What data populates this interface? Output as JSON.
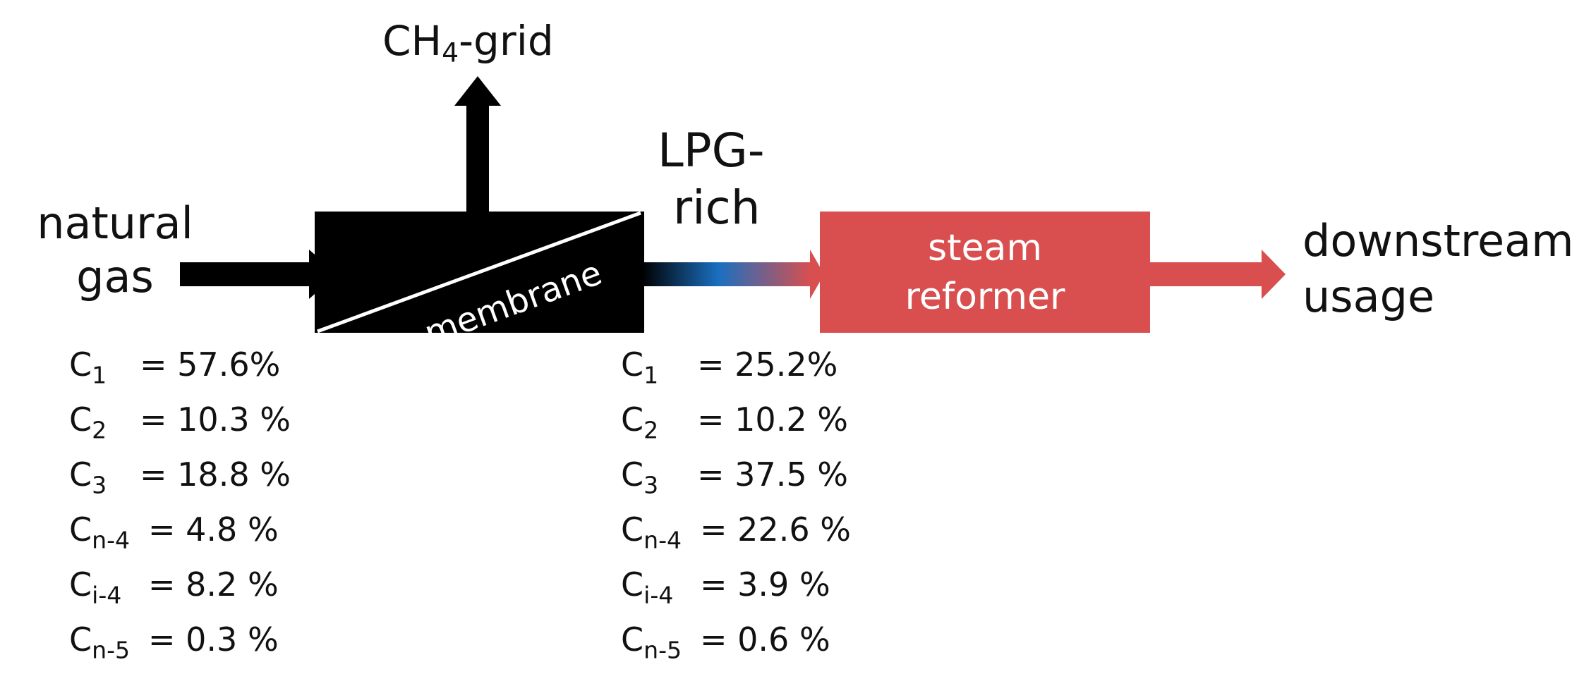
{
  "labels": {
    "ch4_grid": {
      "prefix": "CH",
      "sub": "4",
      "suffix": "-grid"
    },
    "feed_line1": "natural",
    "feed_line2": "gas",
    "membrane": "membrane",
    "lpg_line1": "LPG-",
    "lpg_line2": "rich",
    "reformer_line1": "steam",
    "reformer_line2": "reformer",
    "downstream_line1": "downstream",
    "downstream_line2": "usage"
  },
  "colors": {
    "membrane_block": "#000000",
    "reformer_block": "#d94f4f",
    "arrow_black": "#000000",
    "arrow_red": "#d94f4f",
    "gradient_blue": "#1a6fc0"
  },
  "feed_composition": [
    {
      "base": "C",
      "sub": "1",
      "value": "= 57.6%"
    },
    {
      "base": "C",
      "sub": "2",
      "value": "= 10.3 %"
    },
    {
      "base": "C",
      "sub": "3",
      "value": "= 18.8 %"
    },
    {
      "base": "C",
      "sub": "n-4",
      "value": "= 4.8 %"
    },
    {
      "base": "C",
      "sub": "i-4",
      "value": "= 8.2 %"
    },
    {
      "base": "C",
      "sub": "n-5",
      "value": "= 0.3 %"
    }
  ],
  "lpg_composition": [
    {
      "base": "C",
      "sub": "1",
      "value": "= 25.2%"
    },
    {
      "base": "C",
      "sub": "2",
      "value": "= 10.2 %"
    },
    {
      "base": "C",
      "sub": "3",
      "value": "= 37.5 %"
    },
    {
      "base": "C",
      "sub": "n-4",
      "value": "= 22.6 %"
    },
    {
      "base": "C",
      "sub": "i-4",
      "value": "= 3.9 %"
    },
    {
      "base": "C",
      "sub": "n-5",
      "value": "= 0.6 %"
    }
  ]
}
